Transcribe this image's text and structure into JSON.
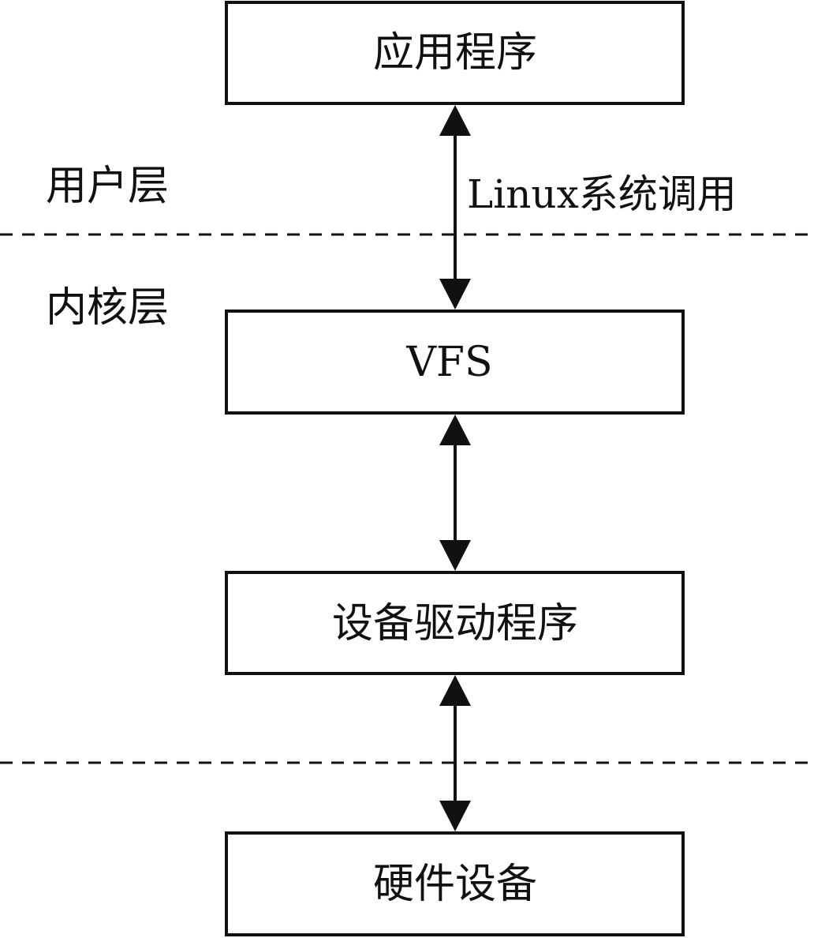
{
  "layers": {
    "user": "用户层",
    "kernel": "内核层"
  },
  "boxes": {
    "app": "应用程序",
    "vfs": "VFS",
    "driver": "设备驱动程序",
    "hardware": "硬件设备"
  },
  "arrows": {
    "syscall_label": "Linux系统调用"
  },
  "colors": {
    "stroke": "#111111",
    "background": "#ffffff"
  }
}
